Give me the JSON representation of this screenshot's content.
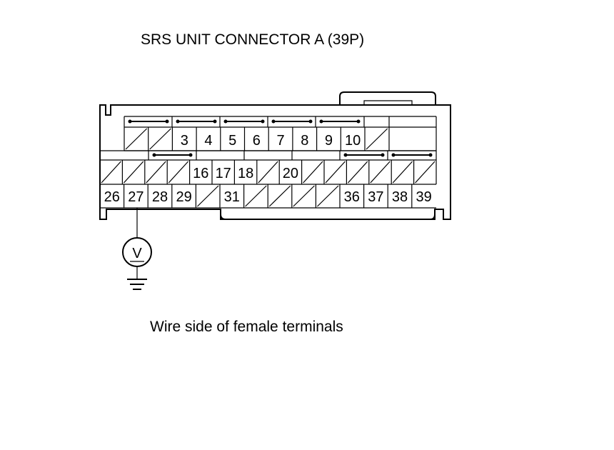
{
  "title": "SRS UNIT CONNECTOR A (39P)",
  "caption": "Wire side of female terminals",
  "connector": {
    "row1": {
      "cells": [
        "",
        "",
        "3",
        "4",
        "5",
        "6",
        "7",
        "8",
        "9",
        "10",
        ""
      ],
      "empty": [
        0,
        1,
        10
      ]
    },
    "row2": {
      "cells": [
        "",
        "",
        "",
        "",
        "16",
        "17",
        "18",
        "",
        "20",
        "",
        "",
        "",
        "",
        "",
        ""
      ],
      "empty": [
        0,
        1,
        2,
        3,
        7,
        9,
        10,
        11,
        12,
        13,
        14
      ]
    },
    "row3": {
      "cells": [
        "26",
        "27",
        "28",
        "29",
        "",
        "31",
        "",
        "",
        "",
        "",
        "36",
        "37",
        "38",
        "39"
      ],
      "empty": [
        4,
        6,
        7,
        8,
        9
      ]
    }
  },
  "meter": {
    "symbol": "V",
    "connected_terminal": "27",
    "ground": "ground-icon"
  }
}
